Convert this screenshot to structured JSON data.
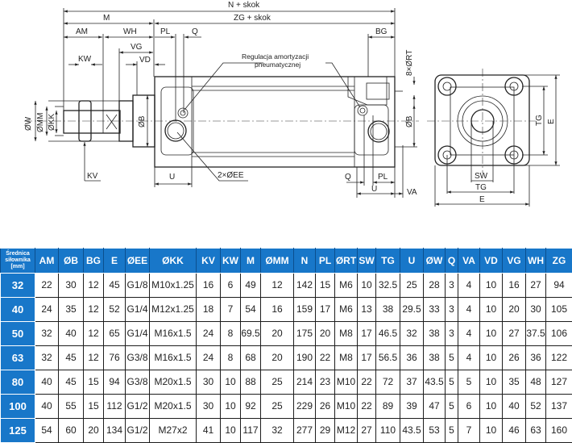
{
  "drawing": {
    "dims": {
      "n_skok": "N + skok",
      "zg_skok": "ZG + skok",
      "m": "M",
      "am": "AM",
      "wh": "WH",
      "pl_top": "PL",
      "q_top": "Q",
      "vg": "VG",
      "vd": "VD",
      "kw": "KW",
      "bg": "BG",
      "rt": "8×ØRT",
      "b_side": "ØB",
      "b_front": "ØB",
      "w": "ØW",
      "mm": "ØMM",
      "kk": "ØKK",
      "kv": "KV",
      "u_left": "U",
      "u_right": "U",
      "ee": "2×ØEE",
      "q_bottom": "Q",
      "pl_bottom": "PL",
      "va": "VA",
      "sw": "SW",
      "tg_h": "TG",
      "tg_v": "TG",
      "e_h": "E",
      "e_v": "E"
    },
    "note_line1": "Regulacja amortyzacji",
    "note_line2": "pneumatycznej"
  },
  "table": {
    "header_color": "#1877c9",
    "first_header": [
      "Średnica",
      "siłownika",
      "[mm]"
    ],
    "columns": [
      "AM",
      "ØB",
      "BG",
      "E",
      "ØEE",
      "ØKK",
      "KV",
      "KW",
      "M",
      "ØMM",
      "N",
      "PL",
      "ØRT",
      "SW",
      "TG",
      "U",
      "ØW",
      "Q",
      "VA",
      "VD",
      "VG",
      "WH",
      "ZG"
    ],
    "rows": [
      {
        "size": "32",
        "values": [
          "22",
          "30",
          "12",
          "45",
          "G1/8",
          "M10x1.25",
          "16",
          "6",
          "49",
          "12",
          "142",
          "15",
          "M6",
          "10",
          "32.5",
          "25",
          "28",
          "3",
          "4",
          "10",
          "16",
          "27",
          "94"
        ]
      },
      {
        "size": "40",
        "values": [
          "24",
          "35",
          "12",
          "52",
          "G1/4",
          "M12x1.25",
          "18",
          "7",
          "54",
          "16",
          "159",
          "17",
          "M6",
          "13",
          "38",
          "29.5",
          "33",
          "3",
          "4",
          "10",
          "20",
          "30",
          "105"
        ]
      },
      {
        "size": "50",
        "values": [
          "32",
          "40",
          "12",
          "65",
          "G1/4",
          "M16x1.5",
          "24",
          "8",
          "69.5",
          "20",
          "175",
          "20",
          "M8",
          "17",
          "46.5",
          "32",
          "38",
          "3",
          "4",
          "10",
          "27",
          "37.5",
          "106"
        ]
      },
      {
        "size": "63",
        "values": [
          "32",
          "45",
          "12",
          "76",
          "G3/8",
          "M16x1.5",
          "24",
          "8",
          "68",
          "20",
          "190",
          "22",
          "M8",
          "17",
          "56.5",
          "36",
          "38",
          "5",
          "4",
          "10",
          "26",
          "36",
          "122"
        ]
      },
      {
        "size": "80",
        "values": [
          "40",
          "45",
          "15",
          "94",
          "G3/8",
          "M20x1.5",
          "30",
          "10",
          "88",
          "25",
          "214",
          "23",
          "M10",
          "22",
          "72",
          "37",
          "43.5",
          "5",
          "5",
          "10",
          "35",
          "48",
          "127"
        ]
      },
      {
        "size": "100",
        "values": [
          "40",
          "55",
          "15",
          "112",
          "G1/2",
          "M20x1.5",
          "30",
          "10",
          "92",
          "25",
          "229",
          "26",
          "M10",
          "22",
          "89",
          "39",
          "47",
          "5",
          "6",
          "10",
          "40",
          "52",
          "137"
        ]
      },
      {
        "size": "125",
        "values": [
          "54",
          "60",
          "20",
          "134",
          "G1/2",
          "M27x2",
          "41",
          "10",
          "117",
          "32",
          "277",
          "29",
          "M12",
          "27",
          "110",
          "43.5",
          "53",
          "5",
          "7",
          "10",
          "46",
          "63",
          "160"
        ]
      }
    ]
  }
}
